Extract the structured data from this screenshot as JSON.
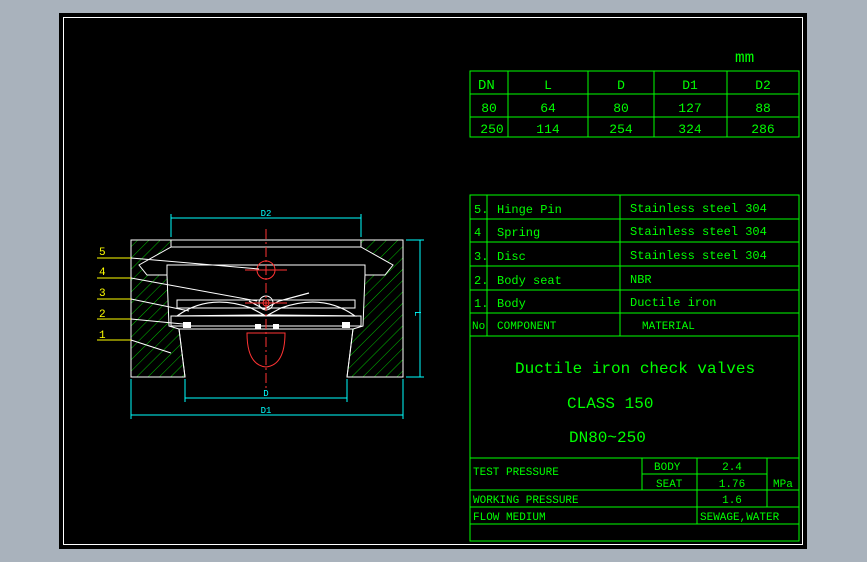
{
  "unit": "mm",
  "dimension_table": {
    "headers": [
      "DN",
      "L",
      "D",
      "D1",
      "D2"
    ],
    "rows": [
      [
        "80",
        "64",
        "80",
        "127",
        "88"
      ],
      [
        "250",
        "114",
        "254",
        "324",
        "286"
      ]
    ]
  },
  "parts_table": {
    "rows": [
      {
        "no": "5.",
        "component": "Hinge  Pin",
        "material": "Stainless  steel  304"
      },
      {
        "no": "4",
        "component": "Spring",
        "material": "Stainless  steel  304"
      },
      {
        "no": "3.",
        "component": "Disc",
        "material": "Stainless  steel  304"
      },
      {
        "no": "2.",
        "component": "Body  seat",
        "material": "NBR"
      },
      {
        "no": "1.",
        "component": "Body",
        "material": "Ductile   iron"
      }
    ],
    "header": {
      "no": "No",
      "component": "COMPONENT",
      "material": "MATERIAL"
    }
  },
  "title_block": {
    "title": "Ductile  iron  check  valves",
    "class": "CLASS  150",
    "range": "DN80~250"
  },
  "pressure_block": {
    "test_pressure_label": "TEST  PRESSURE",
    "body_label": "BODY",
    "body_value": "2.4",
    "seat_label": "SEAT",
    "seat_value": "1.76",
    "unit": "MPa",
    "working_pressure_label": "WORKING  PRESSURE",
    "working_pressure_value": "1.6",
    "flow_medium_label": "FLOW  MEDIUM",
    "flow_medium_value": "SEWAGE,WATER"
  },
  "drawing": {
    "labels": {
      "d2": "D2",
      "d": "D",
      "d1": "D1",
      "l": "L"
    },
    "callouts": [
      "5",
      "4",
      "3",
      "2",
      "1"
    ],
    "colors": {
      "outline": "#ffffff",
      "hatch": "#00cc00",
      "dimension": "#00ffff",
      "centerline": "#ff3333",
      "leader": "#ffff00",
      "table": "#00ff00"
    }
  }
}
